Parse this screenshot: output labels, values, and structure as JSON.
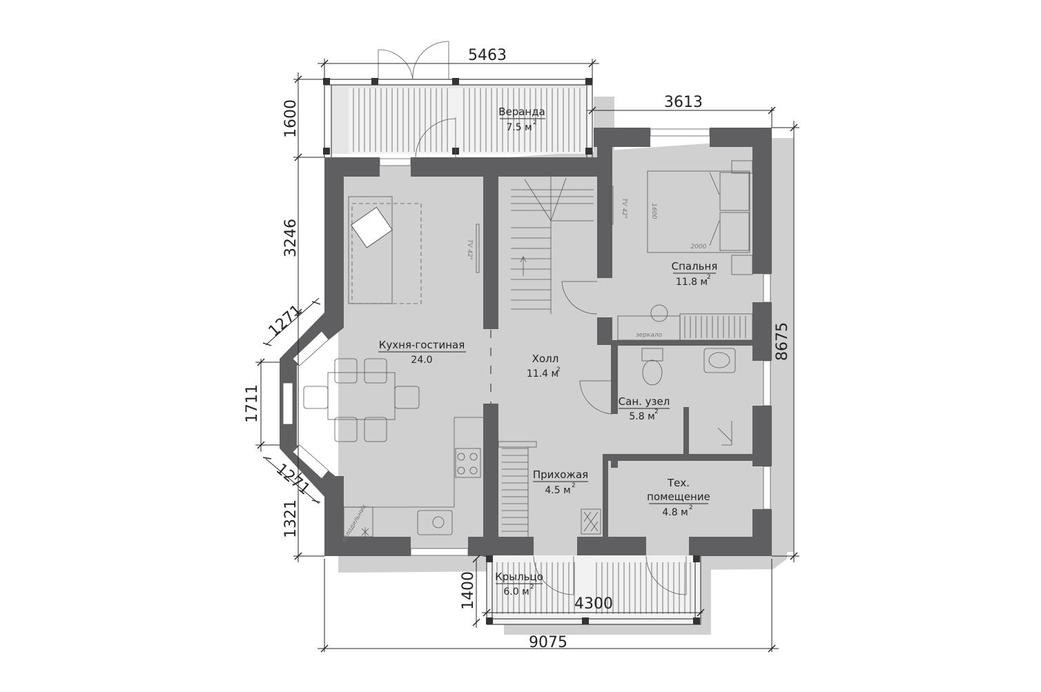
{
  "dimensions": {
    "top_left": "5463",
    "top_right": "3613",
    "bottom": "9075",
    "porch_width": "4300",
    "right": "8675",
    "left_veranda": "1600",
    "left_upper": "3246",
    "bay_top": "1271",
    "bay_mid": "1711",
    "bay_bottom": "1271",
    "left_lower": "1321",
    "porch_depth": "1400"
  },
  "rooms": {
    "veranda": {
      "name": "Веранда",
      "area": "7.5 м",
      "unit_sup": "2"
    },
    "kitchen": {
      "name": "Кухня-гостиная",
      "area": "24.0"
    },
    "hall": {
      "name": "Холл",
      "area": "11.4 м",
      "unit_sup": "2"
    },
    "bedroom": {
      "name": "Спальня",
      "area": "11.8 м",
      "unit_sup": "2"
    },
    "bathroom": {
      "name": "Сан. узел",
      "area": "5.8 м",
      "unit_sup": "2"
    },
    "entry": {
      "name": "Прихожая",
      "area": "4.5 м",
      "unit_sup": "2"
    },
    "tech": {
      "name": "Тех.",
      "name2": "помещение",
      "area": "4.8 м",
      "unit_sup": "2"
    },
    "porch": {
      "name": "Крыльцо",
      "area": "6.0 м",
      "unit_sup": "2"
    }
  },
  "annotations": {
    "tv_living": "TV 42\"",
    "tv_bedroom": "TV 42\"",
    "bed_width": "1600",
    "bed_length": "2000",
    "mirror": "зеркало",
    "fridge": "холодильник"
  }
}
